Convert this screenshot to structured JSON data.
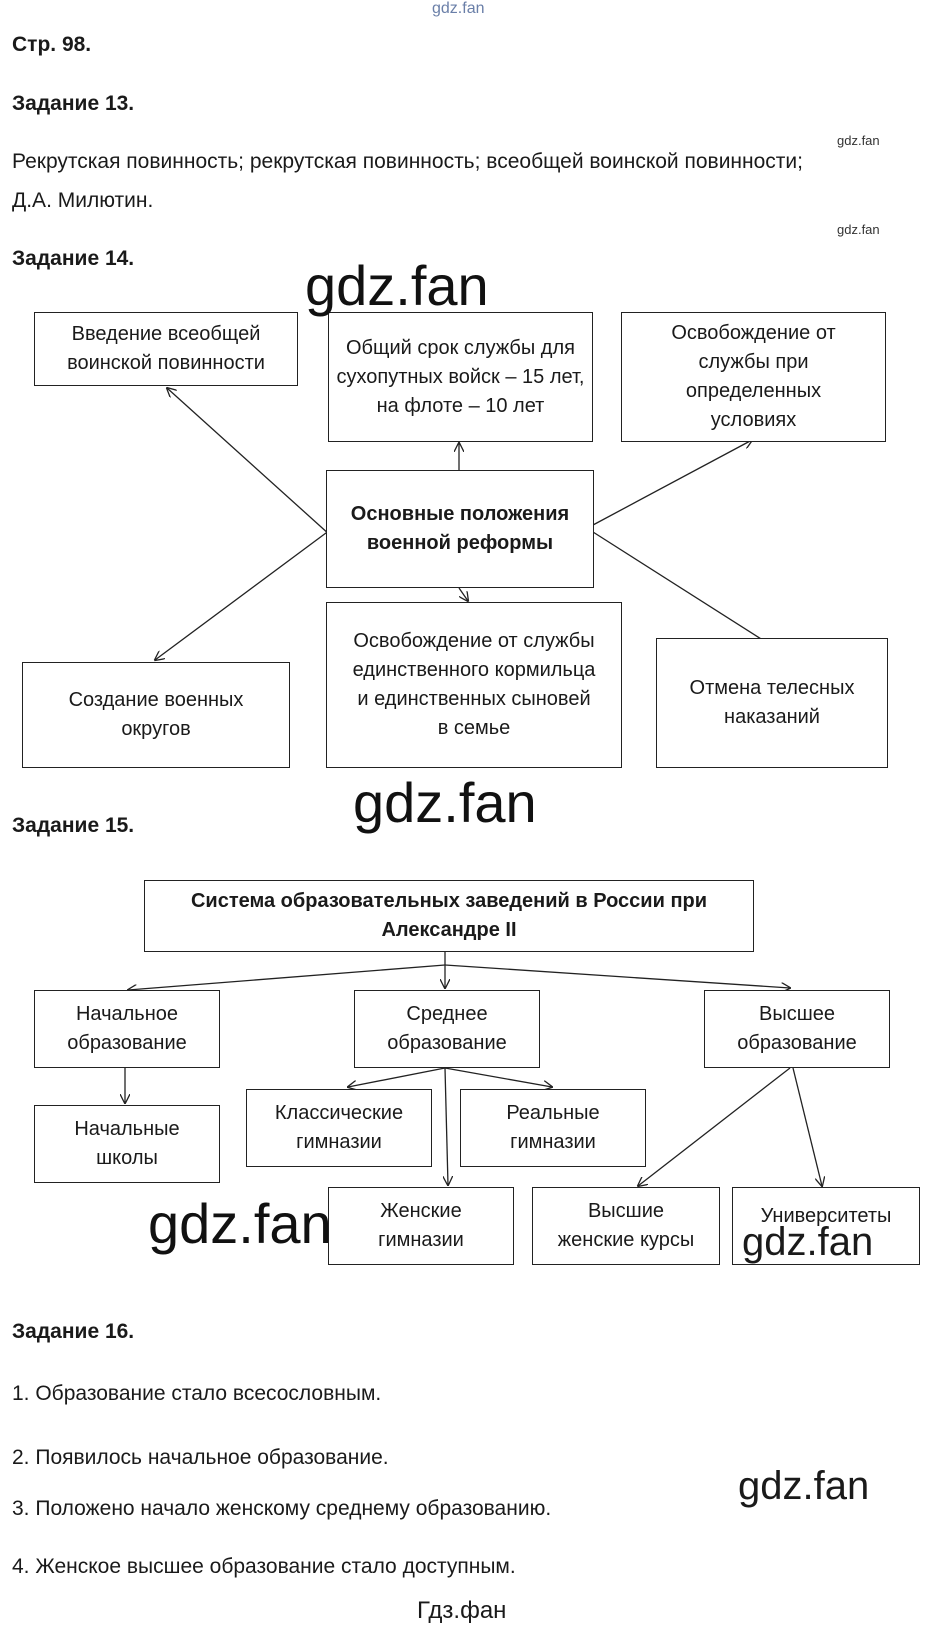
{
  "watermarks": {
    "top": "gdz.fan",
    "small": "gdz.fan",
    "large": "gdz.fan",
    "footer": "Гдз.фан"
  },
  "page_ref": "Стр. 98.",
  "task13": {
    "title": "Задание 13.",
    "text_line1": "Рекрутская повинность; рекрутская повинность; всеобщей воинской повинности;",
    "text_line2": "Д.А. Милютин."
  },
  "task14": {
    "title": "Задание 14.",
    "center": "Основные положения военной реформы",
    "boxes": {
      "universal_service": "Введение всеобщей воинской повинности",
      "term": "Общий срок службы для сухопутных войск – 15 лет, на флоте – 10 лет",
      "exemption_conditions": "Освобождение от службы при определенных условиях",
      "districts": "Создание военных округов",
      "exemption_sons": "Освобождение от службы единственного кормильца и единственных сыновей в семье",
      "punishments": "Отмена телесных наказаний"
    }
  },
  "task15": {
    "title": "Задание 15.",
    "root": "Система образовательных заведений в России при Александре II",
    "boxes": {
      "primary": "Начальное образование",
      "secondary": "Среднее образование",
      "higher": "Высшее образование",
      "primary_schools": "Начальные школы",
      "classical": "Классические гимназии",
      "real": "Реальные гимназии",
      "women_gym": "Женские гимназии",
      "women_courses": "Высшие женские курсы",
      "universities": "Университеты"
    }
  },
  "task16": {
    "title": "Задание 16.",
    "items": [
      "1. Образование стало всесословным.",
      "2. Появилось начальное образование.",
      "3. Положено начало женскому среднему образованию.",
      "4. Женское высшее образование стало доступным."
    ]
  }
}
